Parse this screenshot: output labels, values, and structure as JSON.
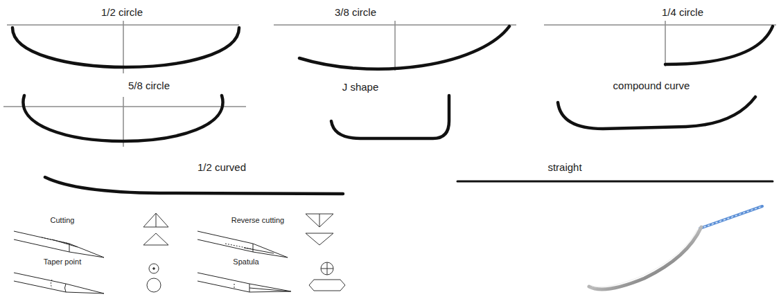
{
  "diagram": {
    "labels": [
      "1/2 circle",
      "3/8 circle",
      "1/4 circle",
      "5/8 circle",
      "J shape",
      "compound curve",
      "1/2 curved",
      "straight",
      "Cutting",
      "Reverse cutting",
      "Taper point",
      "Spatula"
    ]
  }
}
